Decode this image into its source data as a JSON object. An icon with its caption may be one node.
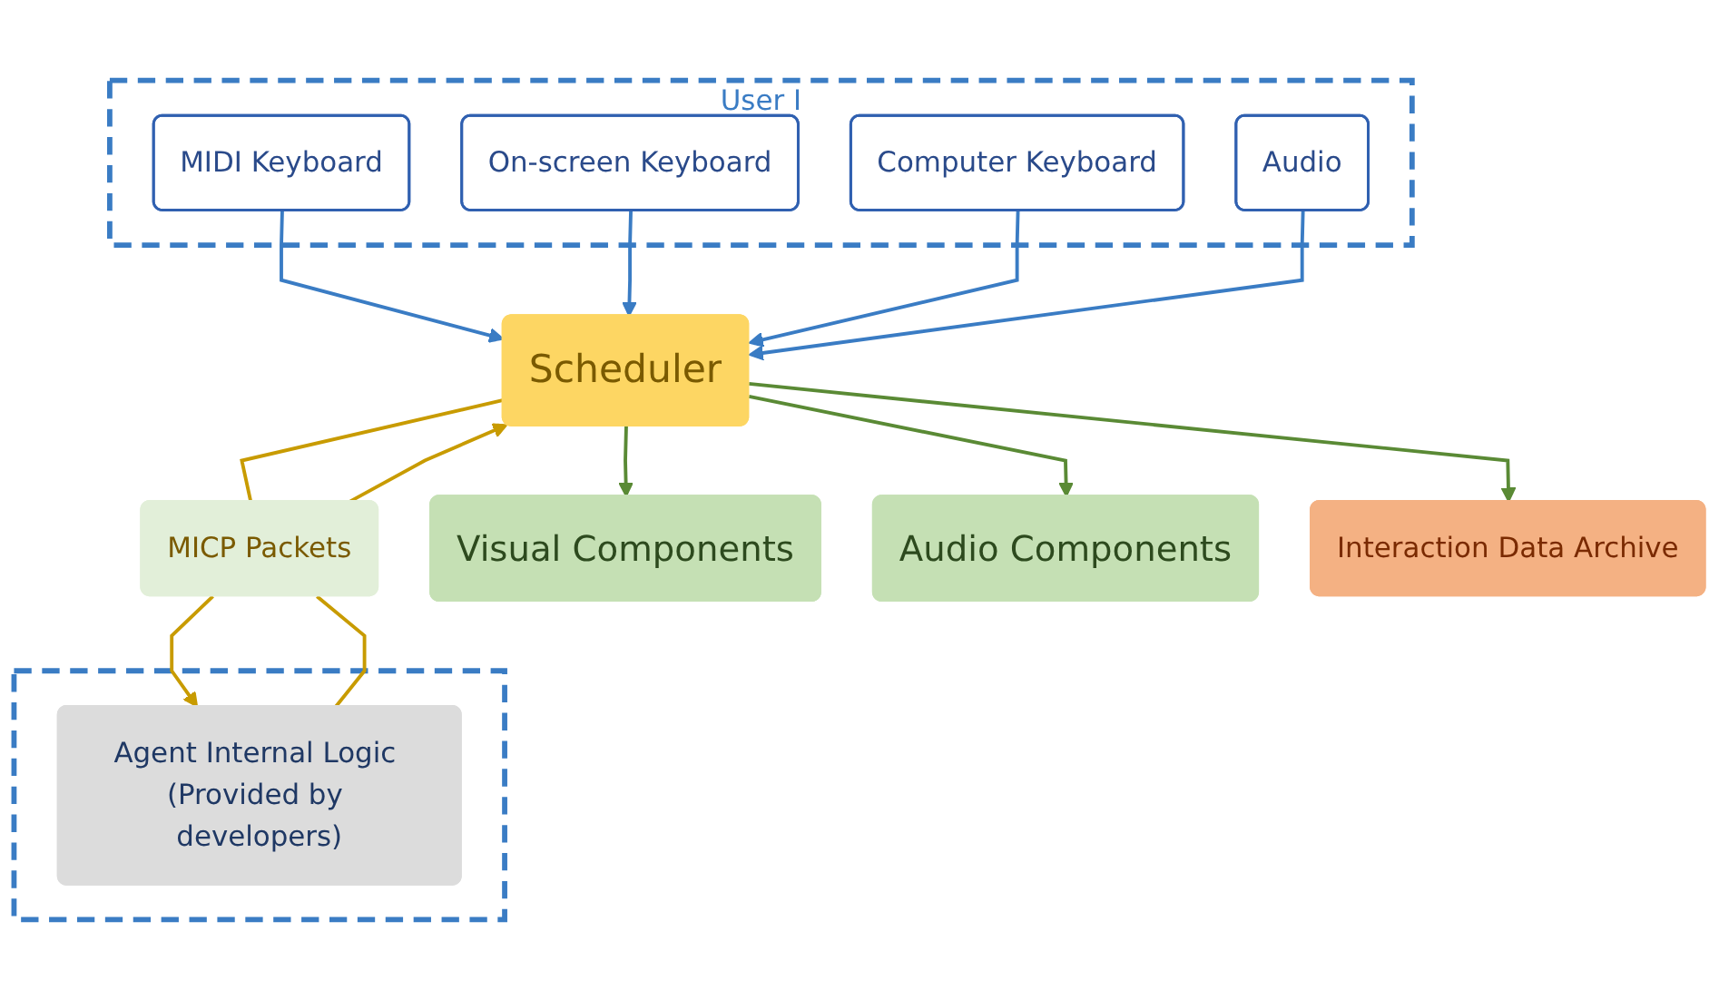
{
  "diagram": {
    "nodes": [
      {
        "text": [
          "User I"
        ]
      },
      {
        "text": [
          "MIDI Keyboard"
        ],
        "in": 0
      },
      {
        "text": [
          "On-screen Keyboard"
        ],
        "in": 0
      },
      {
        "text": [
          "Computer Keyboard"
        ],
        "in": 0
      },
      {
        "text": [
          "Audio"
        ],
        "in": 0
      },
      {
        "text": [
          "Scheduler"
        ]
      },
      {
        "text": [
          "MICP Packets"
        ]
      },
      {
        "text": [],
        "shape": "box"
      },
      {
        "text": [
          "Agent Internal Logic (Provided by developers)"
        ],
        "in": 7
      },
      {
        "text": [
          "Visual Components"
        ]
      },
      {
        "text": [
          "Audio Components"
        ]
      },
      {
        "text": [
          "Interaction Data Archive"
        ]
      }
    ],
    "edges": [
      {
        "from": 1,
        "to": 5,
        "arrow": "to",
        "color": "#3a7cc4"
      },
      {
        "from": 2,
        "to": 5,
        "arrow": "to",
        "color": "#3a7cc4"
      },
      {
        "from": 3,
        "to": 5,
        "arrow": "to",
        "color": "#3a7cc4"
      },
      {
        "from": 4,
        "to": 5,
        "arrow": "to",
        "color": "#3a7cc4"
      },
      {
        "from": 8,
        "to": 6,
        "arrow": "none",
        "color": "#c89b00"
      },
      {
        "from": 6,
        "to": 5,
        "arrow": "to",
        "color": "#c89b00"
      },
      {
        "from": 5,
        "to": 6,
        "arrow": "none",
        "color": "#c89b00"
      },
      {
        "from": 6,
        "to": 8,
        "arrow": "to",
        "color": "#c89b00"
      },
      {
        "from": 5,
        "to": 9,
        "arrow": "to",
        "color": "#5a8a35"
      },
      {
        "from": 5,
        "to": 10,
        "arrow": "to",
        "color": "#5a8a35"
      },
      {
        "from": 5,
        "to": 11,
        "arrow": "to",
        "color": "#5a8a35"
      }
    ]
  }
}
